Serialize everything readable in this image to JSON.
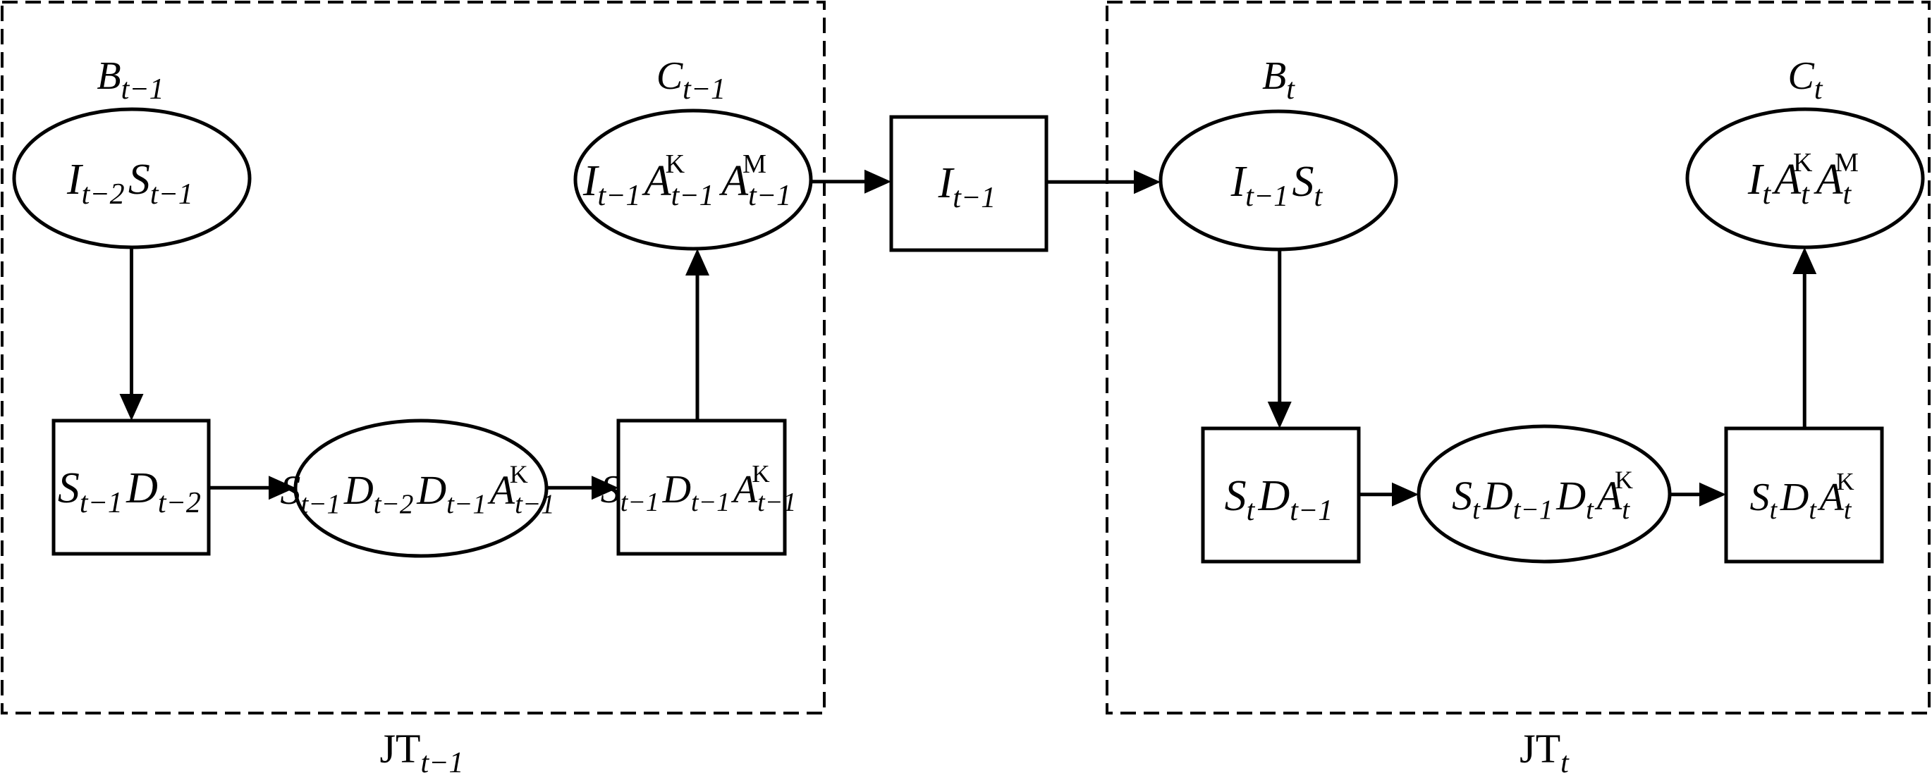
{
  "frames": {
    "left_caption": {
      "base": "JT",
      "sub": "t−1"
    },
    "right_caption": {
      "base": "JT",
      "sub": "t"
    }
  },
  "captions": {
    "b_prev": {
      "base": "B",
      "sub": "t−1"
    },
    "c_prev": {
      "base": "C",
      "sub": "t−1"
    },
    "b_curr": {
      "base": "B",
      "sub": "t"
    },
    "c_curr": {
      "base": "C",
      "sub": "t"
    }
  },
  "nodes": {
    "clique_b_prev": {
      "shape": "ellipse",
      "terms": [
        {
          "v": "I",
          "sub": "t−2"
        },
        {
          "v": "S",
          "sub": "t−1"
        }
      ]
    },
    "clique_c_prev": {
      "shape": "ellipse",
      "terms": [
        {
          "v": "I",
          "sub": "t−1"
        },
        {
          "v": "A",
          "sub": "t−1",
          "sup": "K"
        },
        {
          "v": "A",
          "sub": "t−1",
          "sup": "M"
        }
      ]
    },
    "sep_prev_1": {
      "shape": "box",
      "terms": [
        {
          "v": "S",
          "sub": "t−1"
        },
        {
          "v": "D",
          "sub": "t−2"
        }
      ]
    },
    "clique_mid_prev": {
      "shape": "ellipse",
      "terms": [
        {
          "v": "S",
          "sub": "t−1"
        },
        {
          "v": "D",
          "sub": "t−2"
        },
        {
          "v": "D",
          "sub": "t−1"
        },
        {
          "v": "A",
          "sub": "t−1",
          "sup": "K"
        }
      ]
    },
    "sep_prev_2": {
      "shape": "box",
      "terms": [
        {
          "v": "S",
          "sub": "t−1"
        },
        {
          "v": "D",
          "sub": "t−1"
        },
        {
          "v": "A",
          "sub": "t−1",
          "sup": "K"
        }
      ]
    },
    "interface_sep": {
      "shape": "box",
      "terms": [
        {
          "v": "I",
          "sub": "t−1"
        }
      ]
    },
    "clique_b_curr": {
      "shape": "ellipse",
      "terms": [
        {
          "v": "I",
          "sub": "t−1"
        },
        {
          "v": "S",
          "sub": "t"
        }
      ]
    },
    "clique_c_curr": {
      "shape": "ellipse",
      "terms": [
        {
          "v": "I",
          "sub": "t"
        },
        {
          "v": "A",
          "sub": "t",
          "sup": "K"
        },
        {
          "v": "A",
          "sub": "t",
          "sup": "M"
        }
      ]
    },
    "sep_curr_1": {
      "shape": "box",
      "terms": [
        {
          "v": "S",
          "sub": "t"
        },
        {
          "v": "D",
          "sub": "t−1"
        }
      ]
    },
    "clique_mid_curr": {
      "shape": "ellipse",
      "terms": [
        {
          "v": "S",
          "sub": "t"
        },
        {
          "v": "D",
          "sub": "t−1"
        },
        {
          "v": "D",
          "sub": "t"
        },
        {
          "v": "A",
          "sub": "t",
          "sup": "K"
        }
      ]
    },
    "sep_curr_2": {
      "shape": "box",
      "terms": [
        {
          "v": "S",
          "sub": "t"
        },
        {
          "v": "D",
          "sub": "t"
        },
        {
          "v": "A",
          "sub": "t",
          "sup": "K"
        }
      ]
    }
  },
  "edges": [
    {
      "from": "clique_b_prev",
      "to": "sep_prev_1"
    },
    {
      "from": "sep_prev_1",
      "to": "clique_mid_prev"
    },
    {
      "from": "clique_mid_prev",
      "to": "sep_prev_2"
    },
    {
      "from": "sep_prev_2",
      "to": "clique_c_prev"
    },
    {
      "from": "clique_c_prev",
      "to": "interface_sep"
    },
    {
      "from": "interface_sep",
      "to": "clique_b_curr"
    },
    {
      "from": "clique_b_curr",
      "to": "sep_curr_1"
    },
    {
      "from": "sep_curr_1",
      "to": "clique_mid_curr"
    },
    {
      "from": "clique_mid_curr",
      "to": "sep_curr_2"
    },
    {
      "from": "sep_curr_2",
      "to": "clique_c_curr"
    }
  ]
}
